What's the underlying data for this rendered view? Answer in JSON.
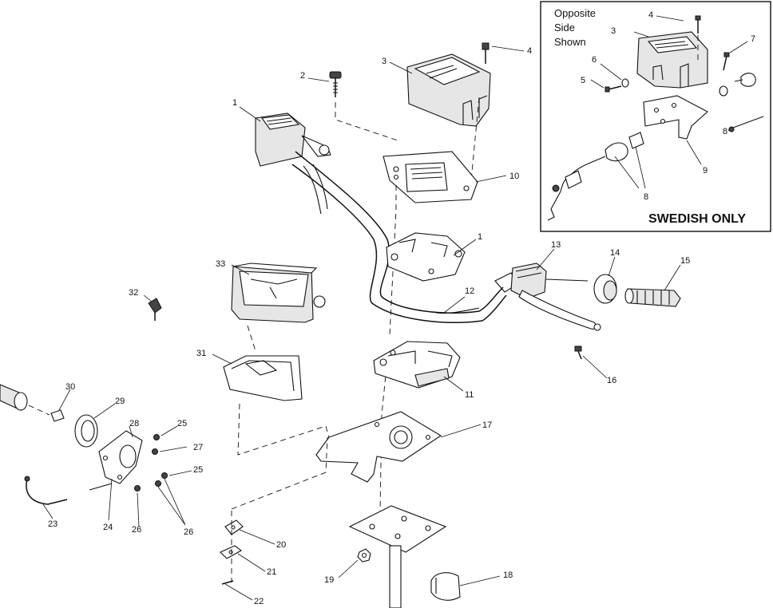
{
  "inset": {
    "caption_lines": [
      "Opposite",
      "Side",
      "Shown"
    ],
    "banner": "SWEDISH ONLY",
    "callouts": [
      "3",
      "4",
      "5",
      "6",
      "7",
      "8",
      "8",
      "9"
    ]
  },
  "callouts": [
    "1",
    "1",
    "2",
    "3",
    "4",
    "10",
    "11",
    "12",
    "13",
    "14",
    "15",
    "16",
    "17",
    "18",
    "19",
    "20",
    "21",
    "22",
    "23",
    "24",
    "25",
    "25",
    "26",
    "26",
    "27",
    "28",
    "29",
    "30",
    "31",
    "32",
    "33"
  ]
}
